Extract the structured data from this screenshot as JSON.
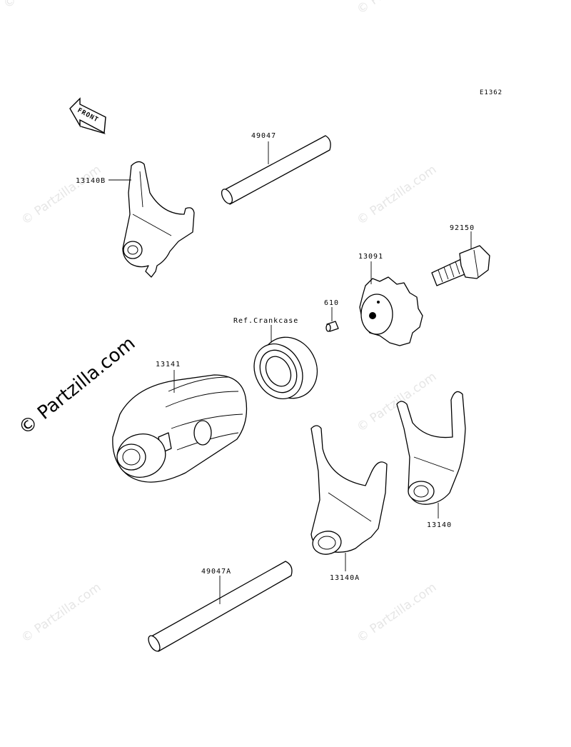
{
  "diagram_code": "E1362",
  "front_label": "FRONT",
  "watermark": "© Partzilla.com",
  "callouts": {
    "fork_b": "13140B",
    "shaft_upper": "49047",
    "bolt": "92150",
    "pin_plate": "13091",
    "pin": "610",
    "ref_crankcase": "Ref.Crankcase",
    "drum": "13141",
    "fork_right": "13140",
    "fork_a": "13140A",
    "shaft_lower": "49047A"
  }
}
